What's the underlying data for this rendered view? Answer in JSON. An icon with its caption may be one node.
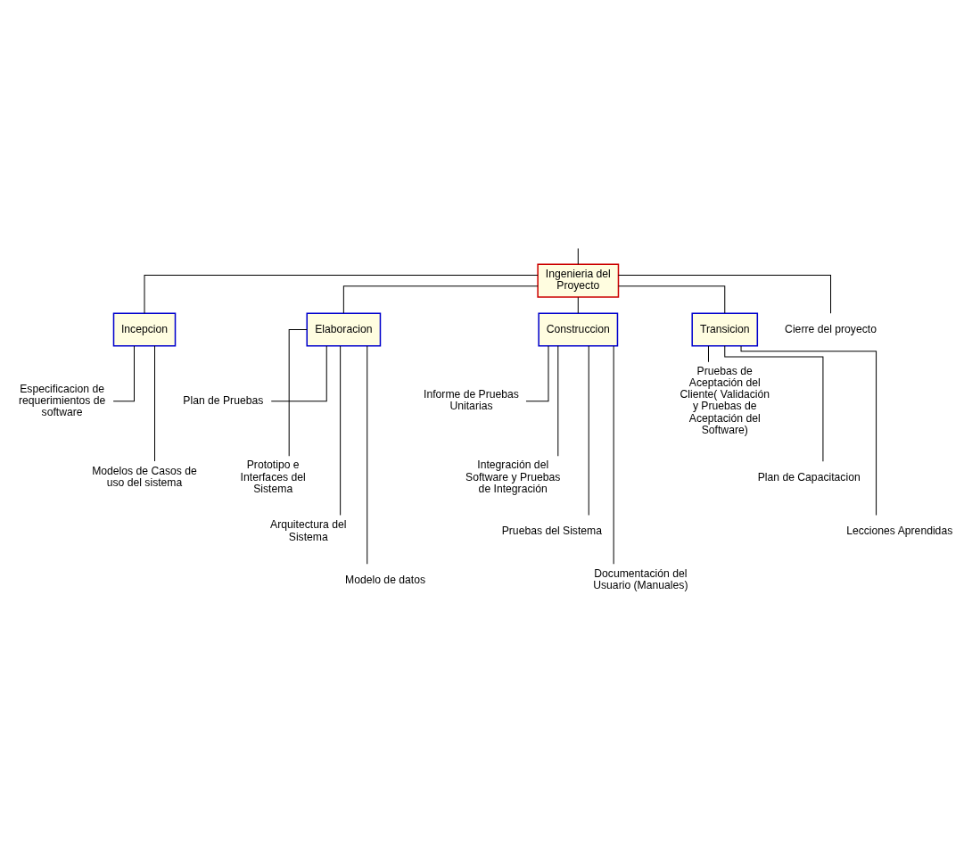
{
  "diagram": {
    "nodes": [
      {
        "text": [
          "Ingenieria del Proyecto"
        ]
      },
      {
        "text": [
          "Incepcion"
        ]
      },
      {
        "text": [
          "Elaboracion"
        ]
      },
      {
        "text": [
          "Construccion"
        ]
      },
      {
        "text": [
          "Transicion"
        ]
      },
      {
        "text": [
          "Cierre del proyecto"
        ]
      },
      {
        "text": [
          "Especificacion de requerimientos de software"
        ]
      },
      {
        "text": [
          "Modelos de Casos de uso del sistema"
        ]
      },
      {
        "text": [
          "Plan de Pruebas"
        ]
      },
      {
        "text": [
          "Prototipo e Interfaces del Sistema"
        ]
      },
      {
        "text": [
          "Arquitectura del Sistema"
        ]
      },
      {
        "text": [
          "Modelo de datos"
        ]
      },
      {
        "text": [
          "Informe de Pruebas Unitarias"
        ]
      },
      {
        "text": [
          "Integración del Software y Pruebas de Integración"
        ]
      },
      {
        "text": [
          "Pruebas del Sistema"
        ]
      },
      {
        "text": [
          "Documentación del Usuario (Manuales)"
        ]
      },
      {
        "text": [
          "Pruebas de Aceptación del Cliente( Validación y Pruebas de Aceptación del Software)"
        ]
      },
      {
        "text": [
          "Plan de Capacitacion"
        ]
      },
      {
        "text": [
          "Lecciones Aprendidas"
        ]
      }
    ],
    "edges": [
      {
        "from": null,
        "to": 0,
        "arrow": "none"
      },
      {
        "from": 0,
        "to": 1,
        "arrow": "none"
      },
      {
        "from": 0,
        "to": 2,
        "arrow": "none"
      },
      {
        "from": 0,
        "to": 3,
        "arrow": "none"
      },
      {
        "from": 0,
        "to": 4,
        "arrow": "none"
      },
      {
        "from": 0,
        "to": 5,
        "arrow": "none"
      },
      {
        "from": 1,
        "to": 6,
        "arrow": "none"
      },
      {
        "from": 1,
        "to": 7,
        "arrow": "none"
      },
      {
        "from": 2,
        "to": 8,
        "arrow": "none"
      },
      {
        "from": 2,
        "to": 9,
        "arrow": "none"
      },
      {
        "from": 2,
        "to": 10,
        "arrow": "none"
      },
      {
        "from": 2,
        "to": 11,
        "arrow": "none"
      },
      {
        "from": 3,
        "to": 12,
        "arrow": "none"
      },
      {
        "from": 3,
        "to": 13,
        "arrow": "none"
      },
      {
        "from": 3,
        "to": 14,
        "arrow": "none"
      },
      {
        "from": 3,
        "to": 15,
        "arrow": "none"
      },
      {
        "from": 4,
        "to": 16,
        "arrow": "none"
      },
      {
        "from": 4,
        "to": 17,
        "arrow": "none"
      },
      {
        "from": 4,
        "to": 18,
        "arrow": "none"
      }
    ]
  }
}
